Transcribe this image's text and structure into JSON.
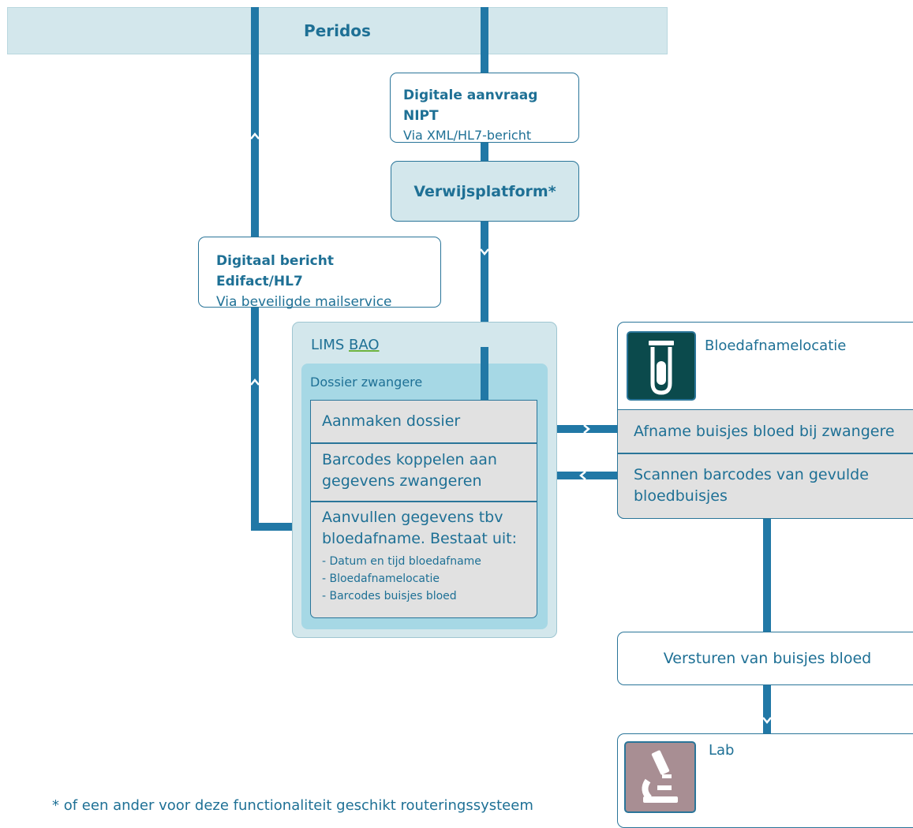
{
  "header": {
    "title": "Peridos"
  },
  "nodes": {
    "nipt": {
      "title": "Digitale aanvraag NIPT",
      "subtitle": "Via XML/HL7-bericht"
    },
    "verwijs": {
      "title": "Verwijsplatform*"
    },
    "edifact": {
      "title": "Digitaal bericht Edifact/HL7",
      "subtitle": "Via beveiligde mailservice"
    },
    "lims": {
      "title_prefix": "LIMS ",
      "title_link": "BAO",
      "dossier_title": "Dossier zwangere",
      "steps": [
        "Aanmaken dossier",
        "Barcodes koppelen aan gegevens zwangeren",
        "Aanvullen gegevens tbv bloedafname. Bestaat uit:"
      ],
      "substeps": [
        "- Datum en tijd bloedafname",
        "- Bloedafnamelocatie",
        "- Barcodes buisjes bloed"
      ]
    },
    "bloed": {
      "title": "Bloedafnamelocatie",
      "rows": [
        "Afname buisjes bloed bij zwangere",
        "Scannen barcodes van gevulde bloedbuisjes"
      ]
    },
    "versturen": {
      "title": "Versturen van buisjes bloed"
    },
    "lab": {
      "title": "Lab"
    }
  },
  "icons": {
    "tube": "test-tube-icon",
    "microscope": "microscope-icon"
  },
  "colors": {
    "line": "#2178a6",
    "banner": "#d3e7ec",
    "tube_tile": "#0b4a4c",
    "lab_tile": "#a88e93"
  },
  "footnote": "* of een ander voor deze functionaliteit geschikt routeringssysteem"
}
